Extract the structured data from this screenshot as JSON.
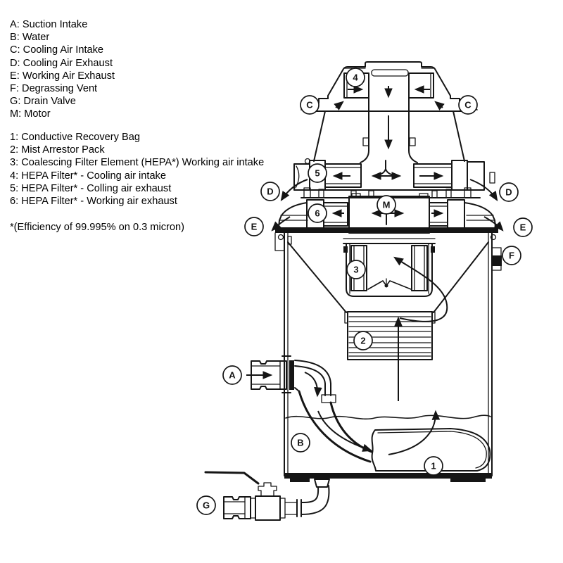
{
  "legend": {
    "letters": [
      "A: Suction Intake",
      "B: Water",
      "C: Cooling Air Intake",
      "D: Cooling Air Exhaust",
      "E: Working Air Exhaust",
      "F: Degrassing Vent",
      "G: Drain Valve",
      "M: Motor"
    ],
    "numbers": [
      "1: Conductive Recovery Bag",
      "2: Mist Arrestor Pack",
      "3: Coalescing Filter Element (HEPA*) Working air intake",
      "4: HEPA Filter* - Cooling air intake",
      "5: HEPA Filter* - Colling air exhaust",
      "6: HEPA Filter* - Working air exhaust"
    ],
    "footnote": "*(Efficiency of 99.995% on 0.3 micron)"
  },
  "callouts": {
    "a": "A",
    "b": "B",
    "c": "C",
    "d": "D",
    "e": "E",
    "f": "F",
    "g": "G",
    "m": "M",
    "n1": "1",
    "n2": "2",
    "n3": "3",
    "n4": "4",
    "n5": "5",
    "n6": "6"
  },
  "colors": {
    "line": "#151515",
    "background": "#ffffff"
  }
}
